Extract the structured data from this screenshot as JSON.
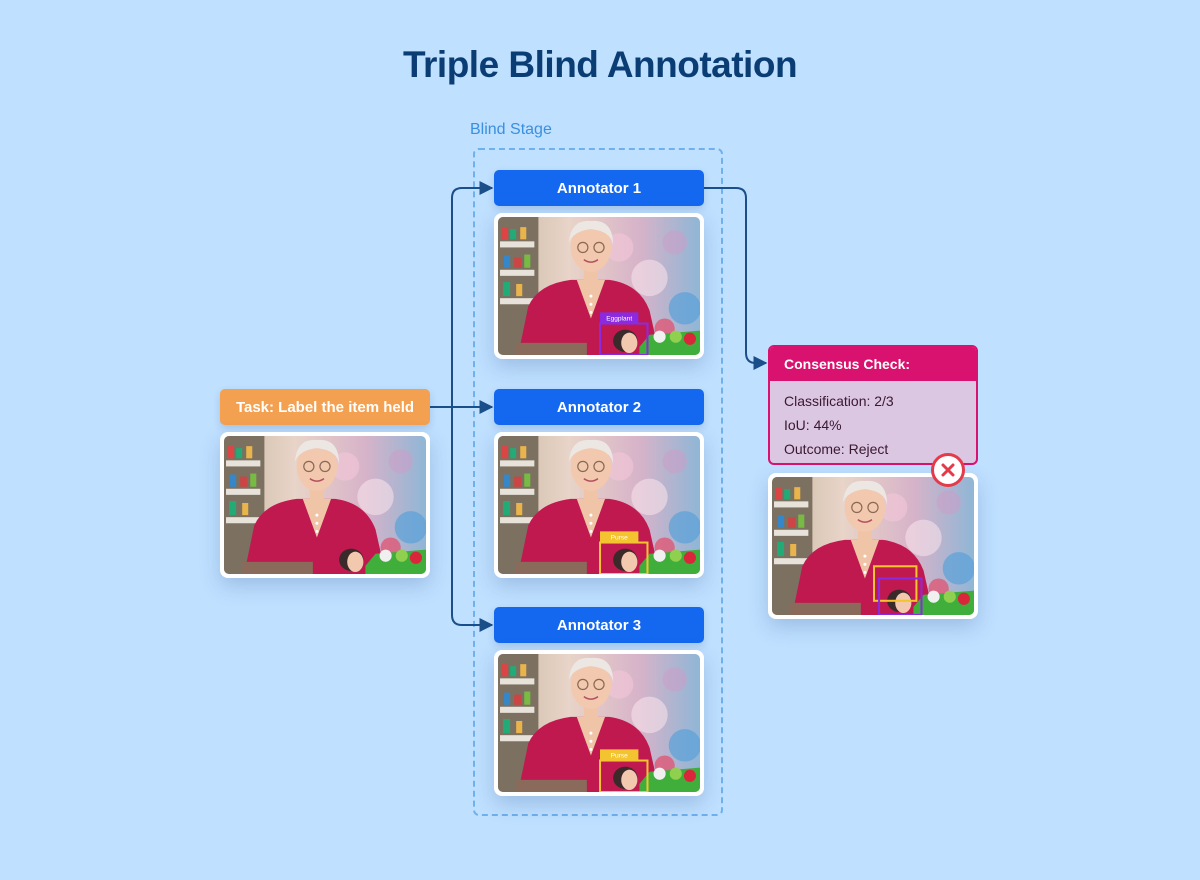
{
  "title": "Triple Blind Annotation",
  "stage_label": "Blind Stage",
  "task": {
    "label": "Task: Label the item held"
  },
  "annotators": [
    {
      "label": "Annotator 1",
      "tag": "Eggplant",
      "tag_color": "#8a2be2"
    },
    {
      "label": "Annotator 2",
      "tag": "Purse",
      "tag_color": "#f4c430"
    },
    {
      "label": "Annotator 3",
      "tag": "Purse",
      "tag_color": "#f4c430"
    }
  ],
  "consensus": {
    "header": "Consensus Check:",
    "classification": "Classification: 2/3",
    "iou": "IoU: 44%",
    "outcome": "Outcome: Reject",
    "status_icon": "reject-x-icon"
  },
  "colors": {
    "background": "#bfe0ff",
    "title": "#0b3d75",
    "annotator_pill": "#1468f0",
    "task_pill": "#f3a050",
    "consensus_accent": "#d8126e",
    "connector": "#1a4f8a",
    "reject": "#e43a4a"
  }
}
